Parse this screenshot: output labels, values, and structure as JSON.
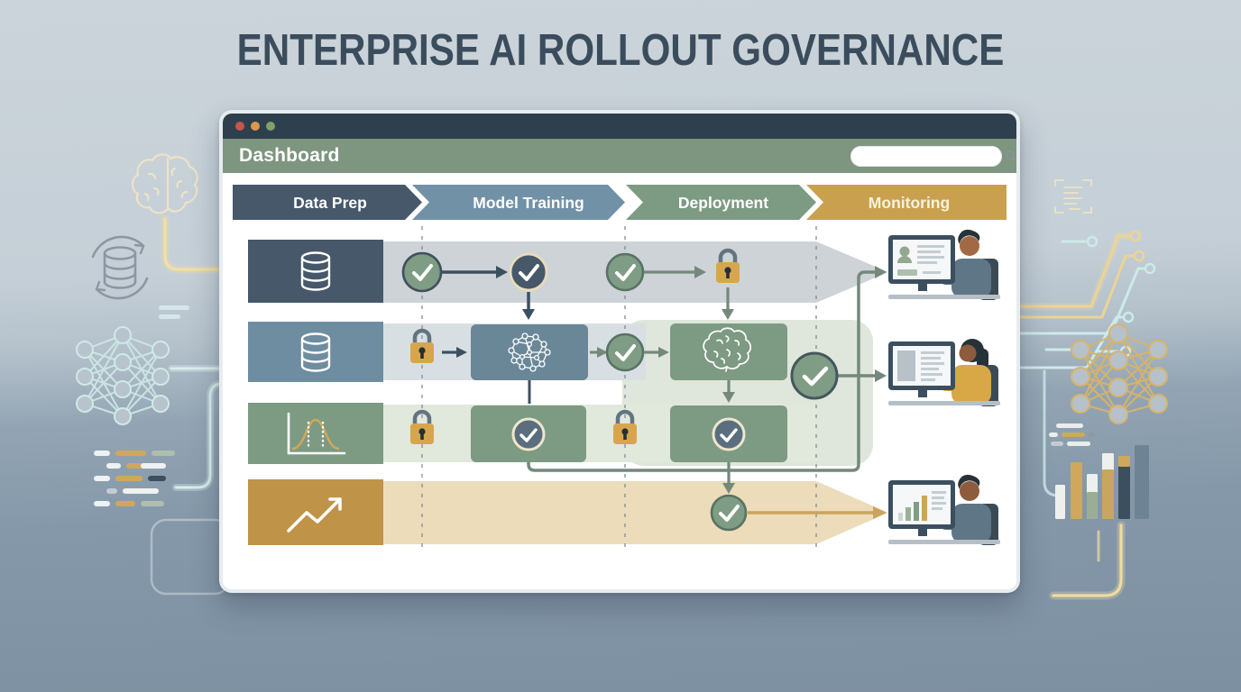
{
  "page_title": "ENTERPRISE AI ROLLOUT GOVERNANCE",
  "window": {
    "traffic_lights": {
      "close": "#c4574a",
      "minimize": "#d79a4e",
      "zoom": "#7fa268"
    },
    "header": {
      "title": "Dashboard",
      "bar_color": "#7e957f"
    },
    "search": {
      "placeholder": "",
      "icon": "search-icon"
    }
  },
  "pipeline": {
    "stages": [
      {
        "label": "Data Prep",
        "color": "#46586a",
        "text_color": "#ffffff"
      },
      {
        "label": "Model Training",
        "color": "#7191a7",
        "text_color": "#ffffff"
      },
      {
        "label": "Deployment",
        "color": "#7d9a83",
        "text_color": "#ffffff"
      },
      {
        "label": "Monitoring",
        "color": "#c9a14e",
        "text_color": "#f8f2df"
      }
    ],
    "lanes": [
      {
        "name": "data-prep",
        "icon": "database-icon",
        "box_color": "#46586a",
        "band_color": "#ced3d8",
        "nodes": [
          "check-approved",
          "check-pending-gold-ring",
          "check-approved",
          "lock"
        ],
        "endpoint": "analyst-workstation-profile"
      },
      {
        "name": "model-training",
        "icon": "database-icon",
        "box_color": "#6f8da0",
        "band_color": "#d8dfe3",
        "nodes": [
          "lock",
          "neural-network-box",
          "check-approved",
          "brain-box",
          "check-approved-large"
        ],
        "endpoint": "analyst-workstation-document"
      },
      {
        "name": "deployment",
        "icon": "bell-curve-icon",
        "box_color": "#7d9a83",
        "band_color": "#e1e8dc",
        "nodes": [
          "lock",
          "circled-check-box",
          "lock",
          "circled-check-box"
        ],
        "endpoint": null
      },
      {
        "name": "monitoring",
        "icon": "trend-up-icon",
        "box_color": "#bf9348",
        "band_color": "#ecdcba",
        "nodes": [
          "check-approved"
        ],
        "endpoint": "analyst-workstation-barchart"
      }
    ],
    "status_colors": {
      "approved": "#7f9c84",
      "locked_gold": "#d7a64c",
      "pending_slate": "#46586a",
      "connector": "#74897c",
      "dark_arrow": "#3d5060",
      "gold_arrow": "#cba45c"
    }
  },
  "decorations": {
    "left": [
      "brain-outline-icon",
      "data-sync-icon",
      "text-lines",
      "neural-network-icon",
      "code-lines",
      "gold-glow-line",
      "cyan-glow-line"
    ],
    "right": [
      "scan-document-icon",
      "circuit-traces",
      "neural-network-icon",
      "code-lines",
      "bar-chart",
      "gold-glow-line"
    ]
  }
}
